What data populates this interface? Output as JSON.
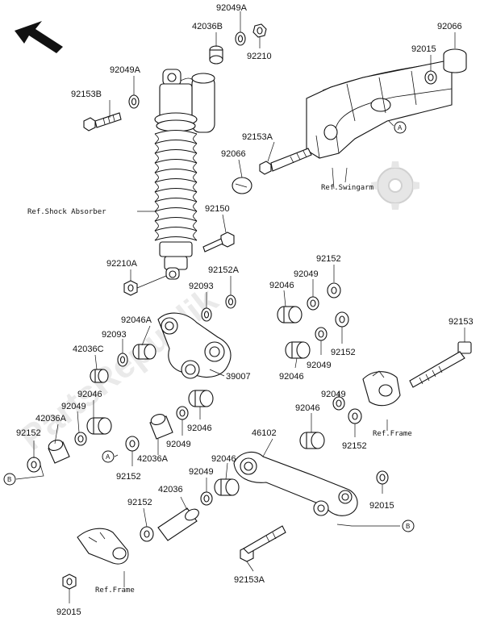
{
  "labels": {
    "p92049A_top": "92049A",
    "p42036B": "42036B",
    "p92210": "92210",
    "p92049A_left": "92049A",
    "p92153B": "92153B",
    "p92066_top": "92066",
    "p92015_top": "92015",
    "p92153A_mid": "92153A",
    "p92066_mid": "92066",
    "p92150": "92150",
    "p92210A": "92210A",
    "p92152A": "92152A",
    "p92093_a": "92093",
    "p92046_a": "92046",
    "p92049_a": "92049",
    "p92152_a": "92152",
    "p92046A": "92046A",
    "p92093_b": "92093",
    "p42036C": "42036C",
    "p39007": "39007",
    "p92046_b": "92046",
    "p92049_b": "92049",
    "p92152_b": "92152",
    "p92153": "92153",
    "p92046_c": "92046",
    "p92049_c": "92049",
    "p42036A_l": "42036A",
    "p92152_l": "92152",
    "p92046_d": "92046",
    "p92049_d": "92049",
    "p92049_e": "92049",
    "p92046_e": "92046",
    "p92152_c": "92152",
    "p42036A_m": "42036A",
    "p92152_m": "92152",
    "p46102": "46102",
    "p92046_f": "92046",
    "p92049_f": "92049",
    "p92046_g": "92046",
    "p42036": "42036",
    "p92152_n": "92152",
    "p92015_r": "92015",
    "p92153A_bot": "92153A",
    "p92015_bot": "92015"
  },
  "refs": {
    "shock_absorber": "Ref.Shock Absorber",
    "swingarm": "Ref.Swingarm",
    "frame_right": "Ref.Frame",
    "frame_bottom": "Ref.Frame"
  },
  "markers": {
    "a": "A",
    "b": "B"
  },
  "watermark": "PartsRepublik"
}
